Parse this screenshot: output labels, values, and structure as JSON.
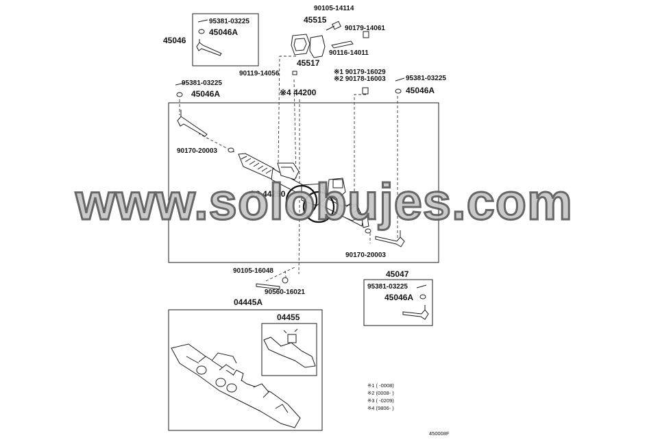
{
  "labels": {
    "p_90105_14114": "90105-14114",
    "p_45515": "45515",
    "p_90179_14061": "90179-14061",
    "p_90116_14011": "90116-14011",
    "p_45517": "45517",
    "p_95381_03225_tl": "95381-03225",
    "p_45046A_tl": "45046A",
    "p_45046": "45046",
    "p_90119_14056": "90119-14056",
    "p_x1_90179_16029": "※1 90179-16029",
    "p_x2_90178_16003": "※2 90178-16003",
    "p_95381_03225_r": "95381-03225",
    "p_45046A_r": "45046A",
    "p_x4_44200": "※4 44200",
    "p_95381_03225_l": "95381-03225",
    "p_45046A_l": "45046A",
    "p_90170_20003_l": "90170-20003",
    "p_x3_44250": "※3 44250",
    "p_90170_20003_r": "90170-20003",
    "p_90105_16048": "90105-16048",
    "p_90560_16021": "90560-16021",
    "p_45047": "45047",
    "p_95381_03225_br": "95381-03225",
    "p_45046A_br": "45046A",
    "p_04445A": "04445A",
    "p_04455": "04455"
  },
  "notes": {
    "n1": "※1 (        -0008)",
    "n2": "※2 (0008-         )",
    "n3": "※3 (        -0209)",
    "n4": "※4 (9806-         )"
  },
  "figure_code": "450008F",
  "watermark": "www.solobujes.com"
}
